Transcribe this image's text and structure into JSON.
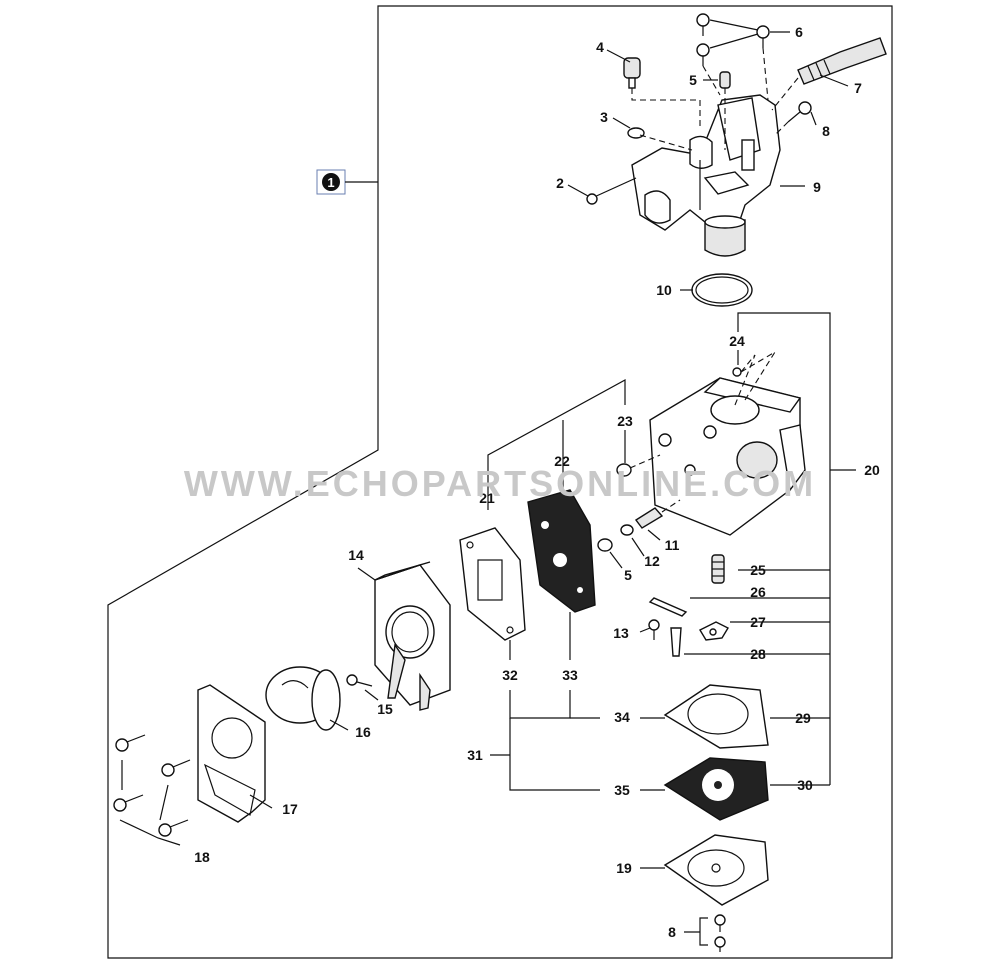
{
  "watermark": "WWW.ECHOPARTSONLINE.COM",
  "assembly_badge": "1",
  "callouts": {
    "c2": "2",
    "c3": "3",
    "c4": "4",
    "c5a": "5",
    "c6": "6",
    "c7": "7",
    "c8a": "8",
    "c9": "9",
    "c10": "10",
    "c11": "11",
    "c12": "12",
    "c5b": "5",
    "c13": "13",
    "c14": "14",
    "c15": "15",
    "c16": "16",
    "c17": "17",
    "c18": "18",
    "c19": "19",
    "c20": "20",
    "c21": "21",
    "c22": "22",
    "c23": "23",
    "c24": "24",
    "c25": "25",
    "c26": "26",
    "c27": "27",
    "c28": "28",
    "c29": "29",
    "c30": "30",
    "c31": "31",
    "c32": "32",
    "c33": "33",
    "c34": "34",
    "c35": "35",
    "c8b": "8"
  }
}
